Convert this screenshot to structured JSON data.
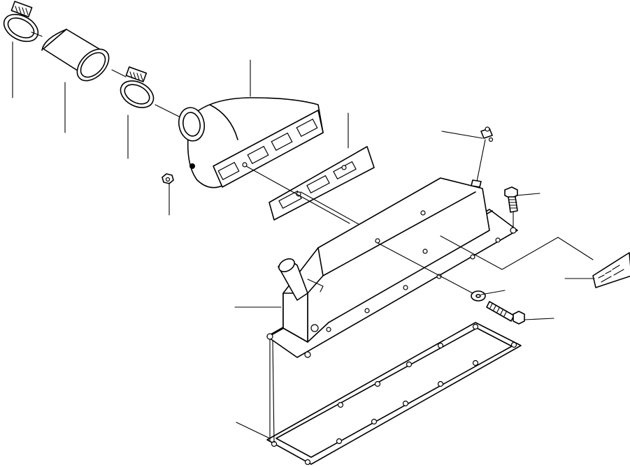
{
  "diagram": {
    "kind": "exploded parts illustration",
    "background": "#ffffff",
    "ink": "#000000",
    "leader_lines": 14,
    "parts": [
      "hose-clamp-left",
      "rubber-hose",
      "hose-clamp-right",
      "intake-elbow",
      "elbow-gasket",
      "elbow-nut",
      "intake-manifold-cover",
      "hose-fitting",
      "sensor-connector",
      "mounting-bolt",
      "washer",
      "flange-bolt",
      "caution-plate",
      "cover-gasket"
    ]
  }
}
